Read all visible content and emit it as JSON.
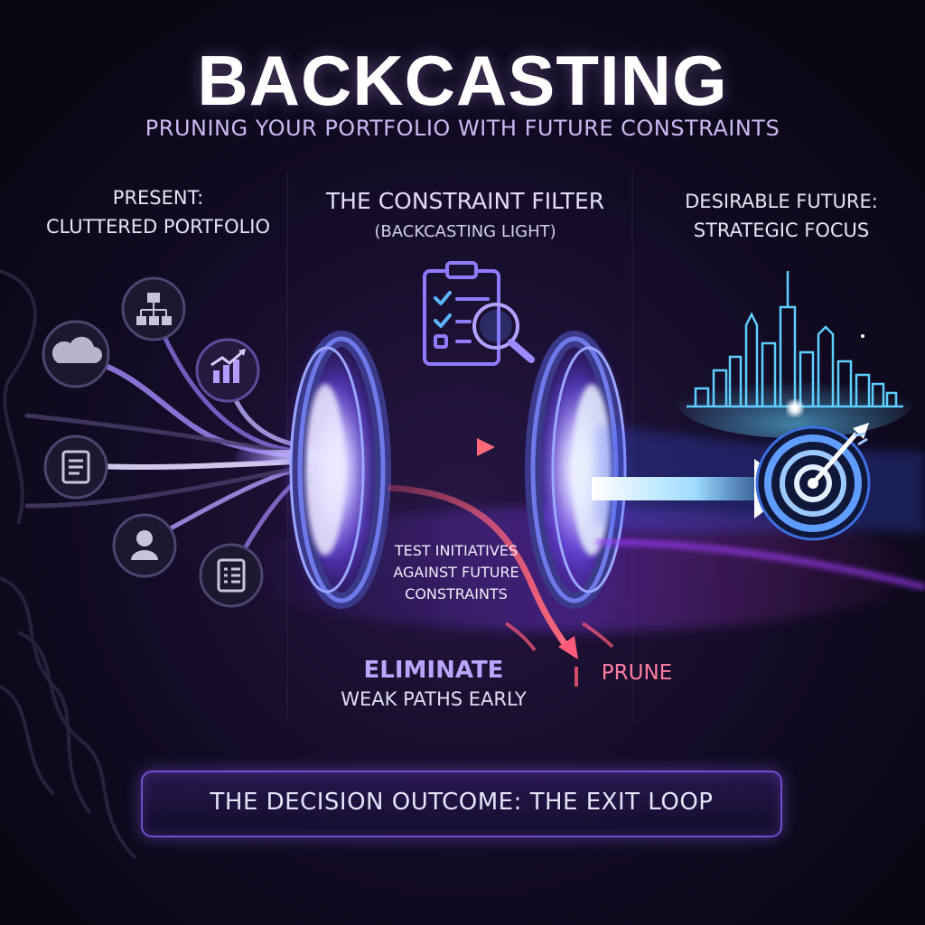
{
  "header": {
    "title": "BACKCASTING",
    "subtitle": "PRUNING YOUR PORTFOLIO WITH FUTURE CONSTRAINTS"
  },
  "present": {
    "line1": "PRESENT:",
    "line2": "CLUTTERED PORTFOLIO"
  },
  "filter": {
    "title": "THE CONSTRAINT FILTER",
    "subtitle": "(BACKCASTING LIGHT)"
  },
  "future": {
    "line1": "DESIRABLE FUTURE:",
    "line2": "STRATEGIC FOCUS"
  },
  "test": {
    "line1": "TEST INITIATIVES",
    "line2": "AGAINST FUTURE",
    "line3": "CONSTRAINTS"
  },
  "eliminate": {
    "title": "ELIMINATE",
    "subtitle": "WEAK PATHS EARLY"
  },
  "prune": "PRUNE",
  "outcome": "THE DECISION OUTCOME: THE EXIT LOOP",
  "icons": {
    "portfolio": [
      "cloud-icon",
      "org-chart-icon",
      "growth-chart-icon",
      "document-icon",
      "user-icon",
      "checklist-icon"
    ],
    "filter": "clipboard-magnifier-icon",
    "future": [
      "city-skyline-icon",
      "target-icon"
    ]
  },
  "colors": {
    "background": "#0a0714",
    "accent": "#8a6cff",
    "prune": "#ff5a7a",
    "focus": "#6fd3ff"
  }
}
